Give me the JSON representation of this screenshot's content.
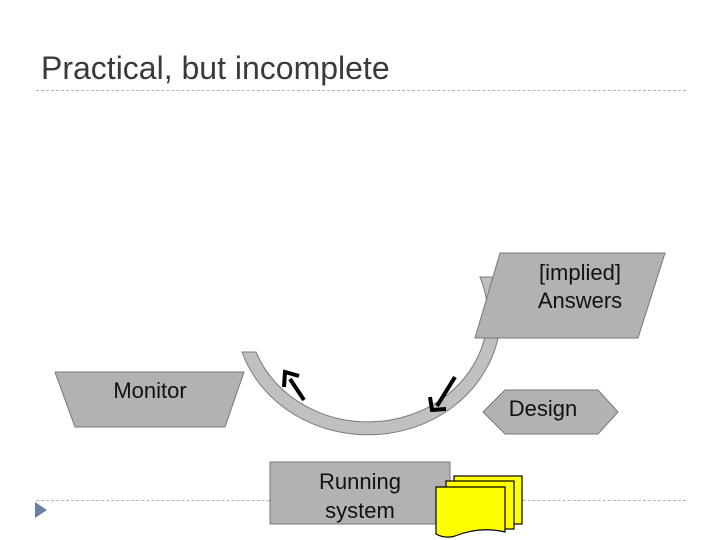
{
  "slide": {
    "title": "Practical, but incomplete"
  },
  "diagram": {
    "nodes": {
      "answers": {
        "line1": "[implied]",
        "line2": "Answers"
      },
      "monitor": {
        "label": "Monitor"
      },
      "design": {
        "label": "Design"
      },
      "running_system": {
        "line1": "Running",
        "line2": "system"
      }
    },
    "colors": {
      "shape_fill": "#b2b2b2",
      "cycle_fill": "#c0c0c0",
      "document_fill": "#ffff00",
      "arrow": "#000000",
      "bullet": "#6d7fa6"
    },
    "icons": [
      "document-stack-icon",
      "cycle-arrow-left-icon",
      "cycle-arrow-right-icon",
      "bullet-arrow-icon"
    ]
  }
}
